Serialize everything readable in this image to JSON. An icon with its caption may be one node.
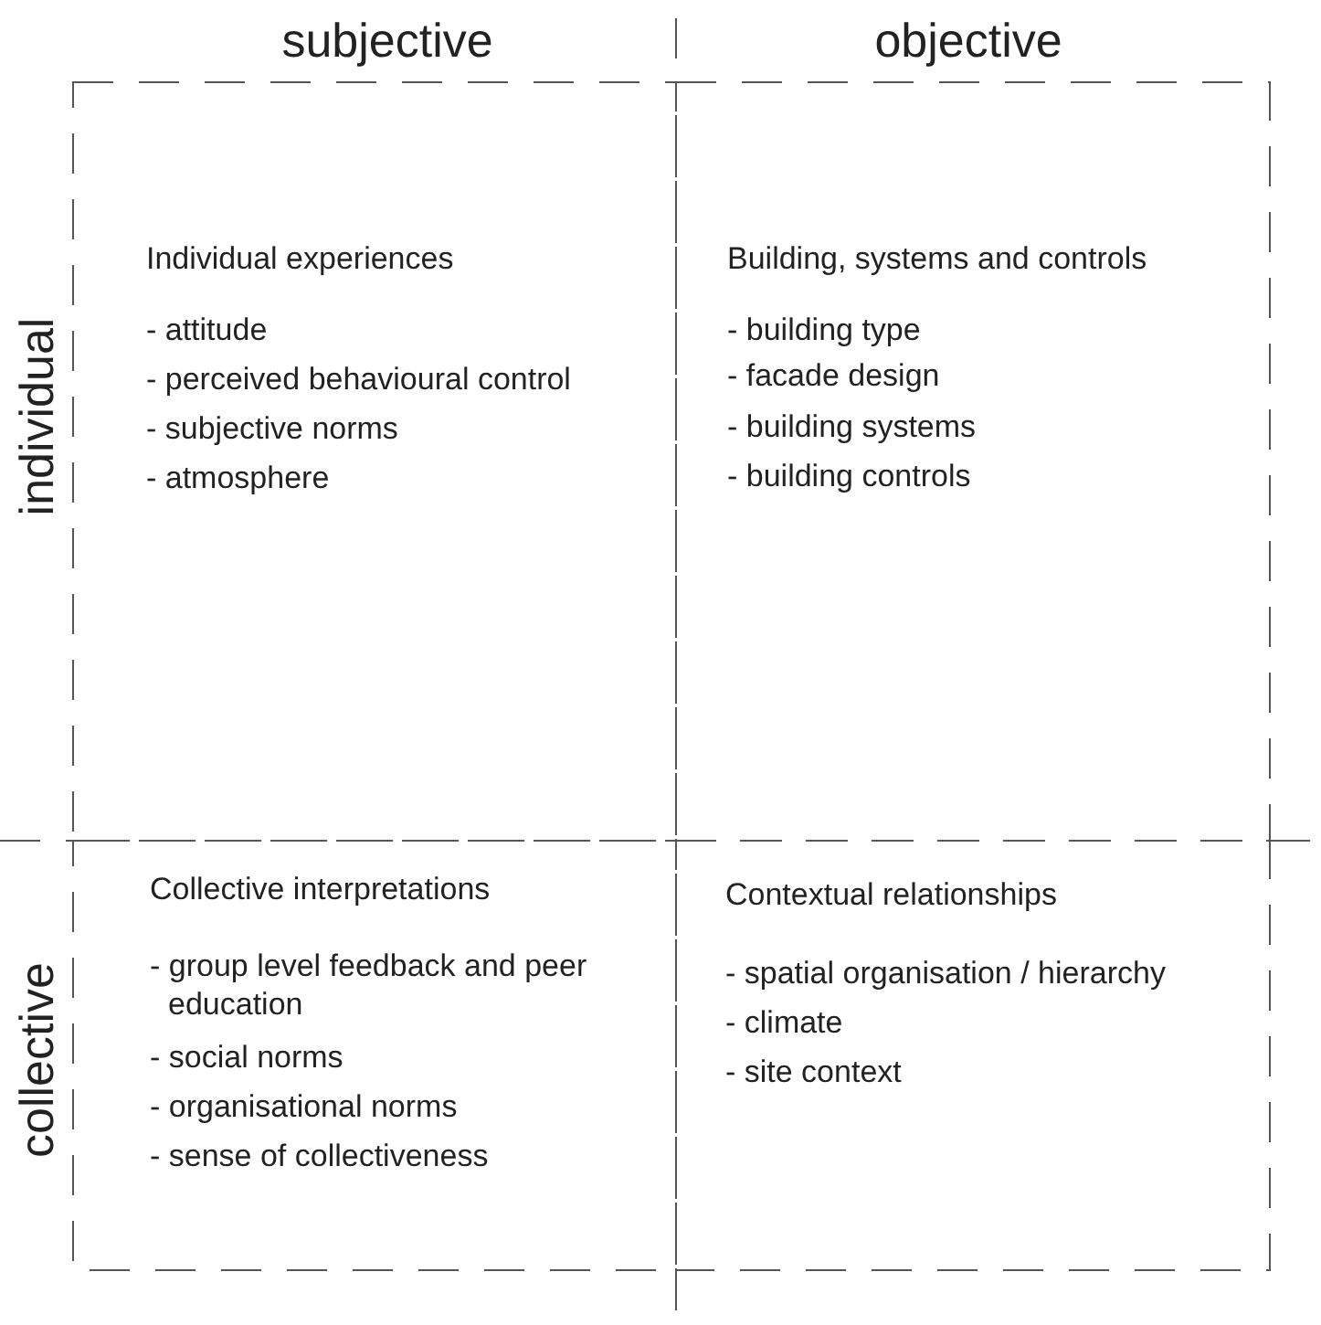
{
  "diagram": {
    "nodes": [
      {
        "text": [
          "Individual experiences",
          "- attitude",
          "- perceived behavioural control",
          "- subjective norms",
          "- atmosphere"
        ]
      },
      {
        "text": [
          "Building, systems and controls",
          "- building type",
          "- facade design",
          "- building systems",
          "- building controls"
        ]
      },
      {
        "text": [
          "Collective interpretations",
          "- group level feedback and peer education",
          "- social norms",
          "- organisational norms",
          "- sense of collectiveness"
        ]
      },
      {
        "text": [
          "Contextual relationships",
          "- spatial organisation / hierarchy",
          "- climate",
          "- site context"
        ]
      }
    ],
    "edges": [],
    "labels": [
      "subjective",
      "objective",
      "individual",
      "collective"
    ]
  }
}
